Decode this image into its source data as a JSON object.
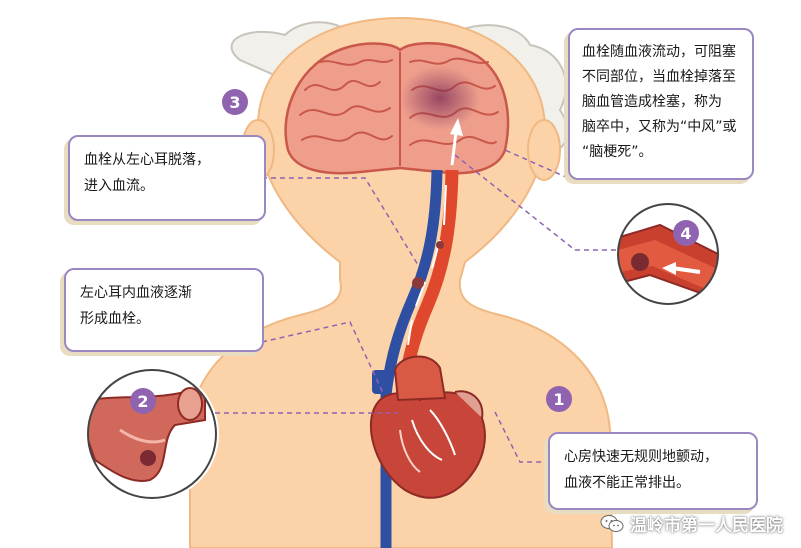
{
  "callouts": {
    "c1": {
      "lines": [
        "心房快速无规则地颤动，",
        "血液不能正常排出。"
      ]
    },
    "c2": {
      "lines": [
        "左心耳内血液逐渐",
        "形成血栓。"
      ]
    },
    "c3": {
      "lines": [
        "血栓从左心耳脱落，",
        "进入血流。"
      ]
    },
    "c4": {
      "lines": [
        "血栓随血液流动，可阻塞",
        "不同部位，当血栓掉落至",
        "脑血管造成栓塞，称为",
        "脑卒中，又称为“中风”或",
        "“脑梗死”。"
      ]
    }
  },
  "badges": {
    "b1": "1",
    "b2": "2",
    "b3": "3",
    "b4": "4"
  },
  "watermark": {
    "text": "温岭市第一人民医院",
    "icon": "wechat-icon"
  },
  "colors": {
    "skin": "#fcd3a8",
    "skin_outline": "#f0b882",
    "brain": "#ef9e8c",
    "brain_fold": "#c9584a",
    "artery": "#e0482e",
    "vein": "#2f4fa3",
    "badge": "#8f63b0",
    "callout_border": "#9b87c2",
    "dashed": "#8f63b0"
  }
}
